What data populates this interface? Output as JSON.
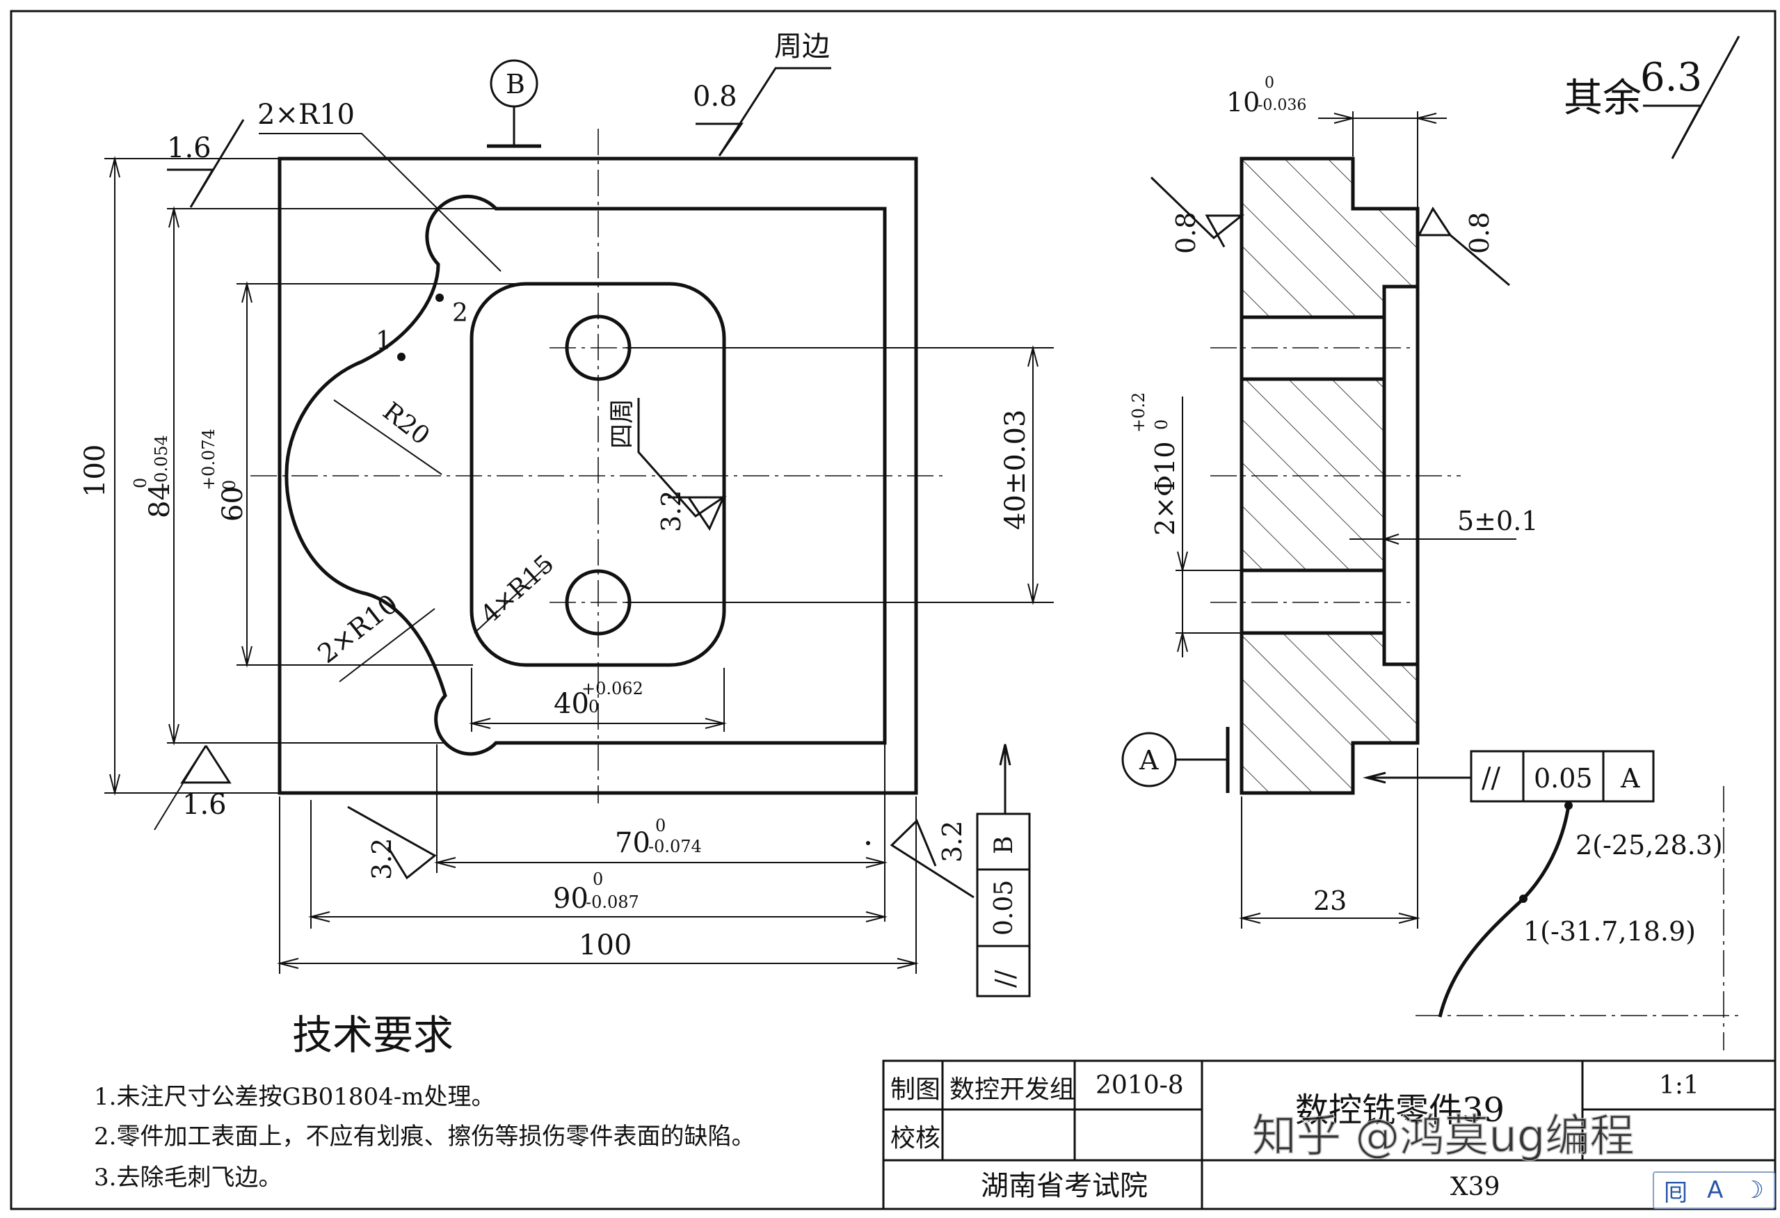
{
  "drawing": {
    "surface_rest_label": "其余",
    "surface_rest_value": "6.3",
    "datum_a": "A",
    "datum_b": "B",
    "perimeter_label": "周边",
    "four_sides_label": "四周",
    "roughness": {
      "top_outer": "0.8",
      "left_top": "1.6",
      "left_bottom": "1.6",
      "inner_pocket": "3.2",
      "bottom_left": "3.2",
      "bottom_right": "3.2",
      "side_left": "0.8",
      "side_right": "0.8"
    },
    "front_dims": {
      "fillet_top": "2×R10",
      "fillet_bottom": "2×R10",
      "arc_r20": "R20",
      "pocket_corners": "4×R15",
      "point1": "1",
      "point2": "2",
      "height_100": "100",
      "height_84": "84",
      "height_84_upper": "0",
      "height_84_lower": "-0.054",
      "height_60": "60",
      "height_60_upper": "+0.074",
      "height_60_lower": "0",
      "hole_spacing": "40±0.03",
      "pocket_width": "40",
      "pocket_width_upper": "+0.062",
      "pocket_width_lower": "0",
      "width_70": "70",
      "width_70_upper": "0",
      "width_70_lower": "-0.074",
      "width_90": "90",
      "width_90_upper": "0",
      "width_90_lower": "-0.087",
      "width_100": "100"
    },
    "side_dims": {
      "step_10": "10",
      "step_10_upper": "0",
      "step_10_lower": "-0.036",
      "holes": "2×Φ10",
      "holes_upper": "+0.2",
      "holes_lower": "0",
      "depth": "5±0.1",
      "thickness": "23"
    },
    "parallelism_side": {
      "symbol": "//",
      "value": "0.05",
      "datum": "A"
    },
    "parallelism_front": {
      "symbol": "//",
      "value": "0.05",
      "datum": "B"
    },
    "detail_points": {
      "p2": "2(-25,28.3)",
      "p1": "1(-31.7,18.9)"
    }
  },
  "requirements": {
    "title": "技术要求",
    "items": [
      "1.未注尺寸公差按GB01804-m处理。",
      "2.零件加工表面上，不应有划痕、擦伤等损伤零件表面的缺陷。",
      "3.去除毛刺飞边。"
    ]
  },
  "title_block": {
    "drawn_label": "制图",
    "drawn_by": "数控开发组",
    "date": "2010-8",
    "check_label": "校核",
    "part_name": "数控铣零件39",
    "scale": "1:1",
    "institute": "湖南省考试院",
    "drawing_no": "X39"
  },
  "watermark": "知乎 @鸿莫ug编程",
  "ime_toolbar": {
    "icon1": "囘",
    "icon2": "A",
    "icon3": "☽"
  }
}
